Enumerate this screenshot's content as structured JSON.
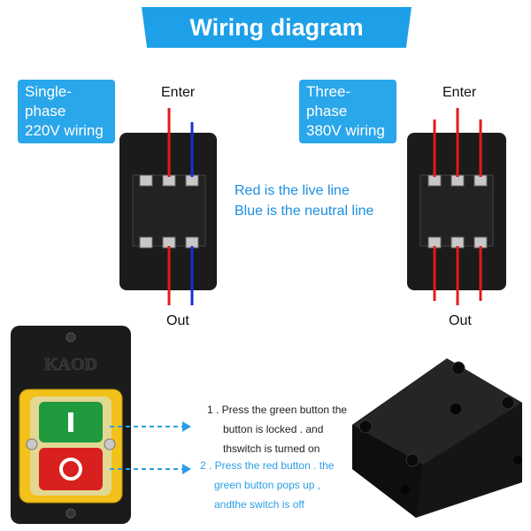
{
  "title": "Wiring diagram",
  "single_phase": {
    "label_line1": "Single-phase",
    "label_line2": "220V wiring",
    "enter": "Enter",
    "out": "Out"
  },
  "three_phase": {
    "label_line1": "Three-phase",
    "label_line2": "380V wiring",
    "enter": "Enter",
    "out": "Out"
  },
  "legend": {
    "red": "Red is the live line",
    "blue": "Blue is the neutral line"
  },
  "brand_logo_text": "KAOD",
  "instructions": {
    "step1_line1": "1 . Press the green button the",
    "step1_line2": "button is locked . and",
    "step1_line3": "thswitch is turned on",
    "step2_line1": "2 . Press the red button . the",
    "step2_line2": "green button pops up ,",
    "step2_line3": "andthe switch is off"
  },
  "colors": {
    "accent": "#1ea0e8",
    "live_wire": "#e01b1b",
    "neutral_wire": "#1330d8",
    "switch_body": "#1b1b1b",
    "button_on": "#1f9a3c",
    "button_off": "#d8201f",
    "housing_yellow": "#f2c21a"
  }
}
